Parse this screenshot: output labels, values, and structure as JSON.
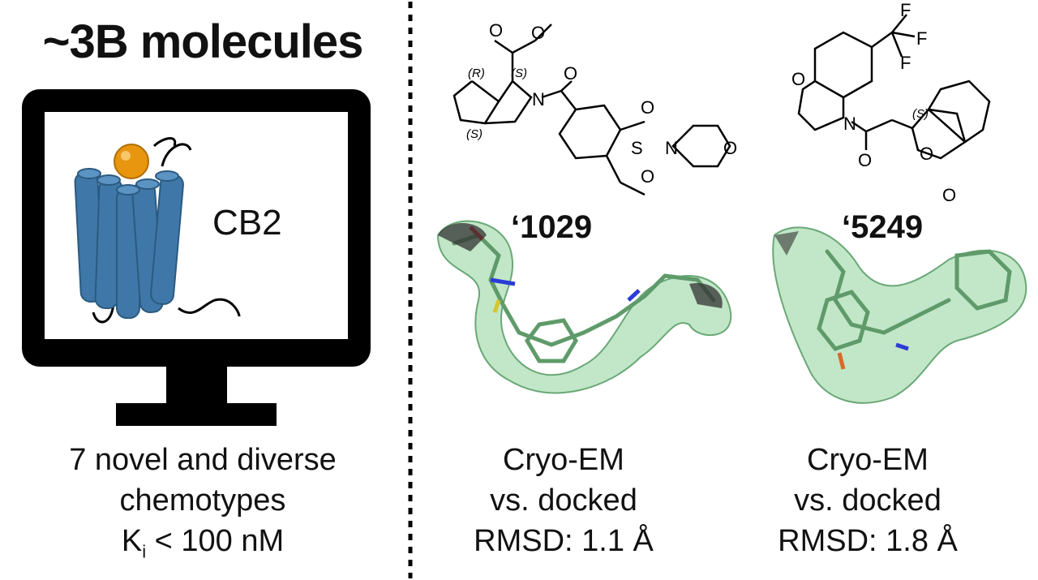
{
  "left": {
    "title": "~3B molecules",
    "target_label": "CB2",
    "caption_line1": "7 novel and diverse",
    "caption_line2": "chemotypes",
    "caption_line3_K": "K",
    "caption_line3_sub": "i",
    "caption_line3_rest": " < 100 nM"
  },
  "compound1": {
    "id": "‘1029",
    "stereo_R": "(R)",
    "stereo_S1": "(S)",
    "stereo_S2": "(S)",
    "caption_line1": "Cryo-EM",
    "caption_line2": "vs. docked",
    "caption_line3": "RMSD: 1.1 Å"
  },
  "compound2": {
    "id": "‘5249",
    "stereo_S": "(S)",
    "caption_line1": "Cryo-EM",
    "caption_line2": "vs. docked",
    "caption_line3": "RMSD: 1.8 Å"
  },
  "colors": {
    "monitor": "#000000",
    "helix": "#3f78a8",
    "ligand_ball": "#e8960f",
    "density": "#8fd49a",
    "stick": "#6aa876"
  }
}
